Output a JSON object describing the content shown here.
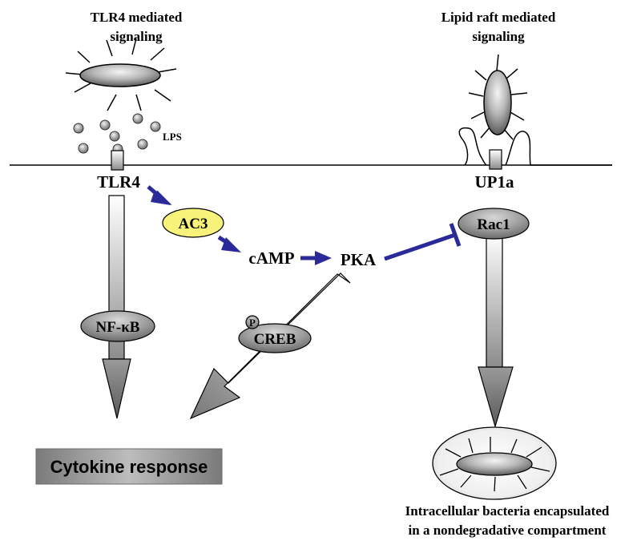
{
  "headings": {
    "left": [
      "TLR4 mediated",
      "signaling"
    ],
    "right": [
      "Lipid raft mediated",
      "signaling"
    ]
  },
  "labels": {
    "lps": "LPS",
    "tlr4": "TLR4",
    "up1a": "UP1a",
    "ac3": "AC3",
    "camp": "cAMP",
    "pka": "PKA",
    "rac1": "Rac1",
    "nfkb": "NF-κB",
    "creb": "CREB",
    "phospho": "P",
    "cytokine": "Cytokine response",
    "outcome": [
      "Intracellular bacteria encapsulated",
      "in a nondegradative compartment"
    ]
  },
  "colors": {
    "activation_arrow": "#2b2a99",
    "ac3_fill": "#f7f27a",
    "node_gray": "#8a8a8a",
    "cytokine_box": "#9a9a9a"
  }
}
